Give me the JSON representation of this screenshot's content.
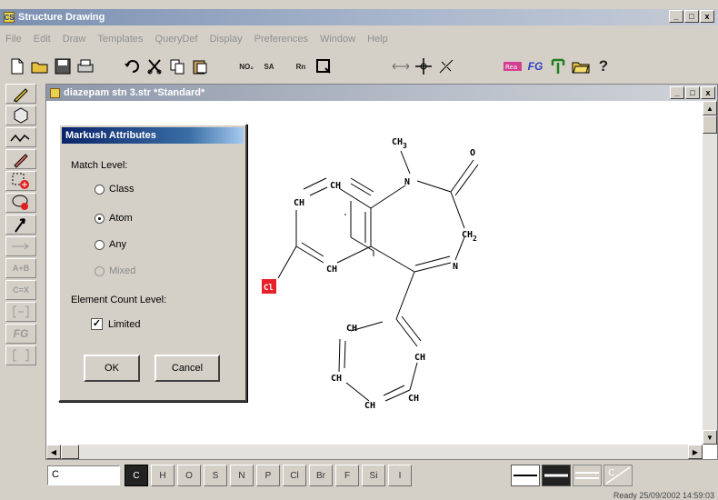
{
  "app": {
    "title": "Structure Drawing",
    "icon_text": "CS",
    "win_buttons": [
      "_",
      "□",
      "x"
    ]
  },
  "menu": [
    "File",
    "Edit",
    "Draw",
    "Templates",
    "QueryDef",
    "Display",
    "Preferences",
    "Window",
    "Help"
  ],
  "toolbar": {
    "labels": {
      "no2": "NO₂",
      "sa": "SA",
      "rn": "Rn",
      "fg": "FG",
      "help": "?"
    }
  },
  "lefttools": {
    "reaction": "A+B",
    "ring": "C=X",
    "fg": "FG"
  },
  "child_window": {
    "title": "diazepam stn 3.str *Standard*"
  },
  "dialog": {
    "title": "Markush Attributes",
    "match_level_label": "Match Level:",
    "options": [
      {
        "label": "Class",
        "selected": false,
        "disabled": false
      },
      {
        "label": "Atom",
        "selected": true,
        "disabled": false
      },
      {
        "label": "Any",
        "selected": false,
        "disabled": false
      },
      {
        "label": "Mixed",
        "selected": false,
        "disabled": true
      }
    ],
    "element_count_label": "Element Count Level:",
    "limited_label": "Limited",
    "limited_mark": "✓",
    "ok_label": "OK",
    "cancel_label": "Cancel"
  },
  "molecule": {
    "labels": {
      "ch3": "CH",
      "ch3_sub": "3",
      "o": "O",
      "n1": "N",
      "ch2": "CH",
      "ch2_sub": "2",
      "n2": "N",
      "cl": "Cl",
      "b_ch1": "CH",
      "b_ch2": "CH",
      "b_ch3": "CH",
      "p_ch1": "CH",
      "p_ch2": "CH",
      "p_ch3": "CH",
      "p_ch4": "CH",
      "p_ch5": "CH"
    },
    "highlight_color": "#e8202a"
  },
  "atombar": {
    "input_value": "C",
    "atoms": [
      "C",
      "H",
      "O",
      "S",
      "N",
      "P",
      "Cl",
      "Br",
      "F",
      "Si",
      "I"
    ],
    "selected": "C",
    "bond_last_label": "C"
  },
  "status": {
    "text": "Ready  25/09/2002  14:59:03"
  }
}
